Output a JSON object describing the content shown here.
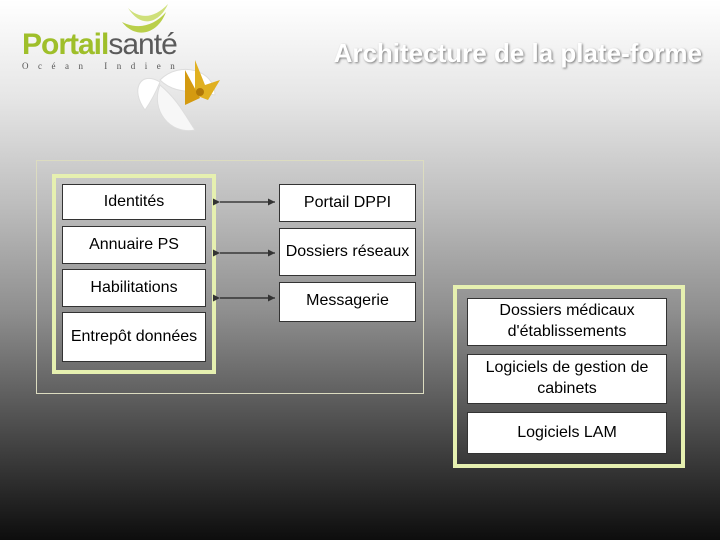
{
  "logo": {
    "brand_part1": "Portail",
    "brand_part2": "santé",
    "tagline": "Océan Indien"
  },
  "title": "Architecture de la plate-forme",
  "left_boxes": {
    "identites": "Identités",
    "annuaire": "Annuaire PS",
    "habilitations": "Habilitations",
    "entrepot": "Entrepôt données"
  },
  "middle_boxes": {
    "portail_dppi": "Portail DPPI",
    "dossiers_reseaux": "Dossiers réseaux",
    "messagerie": "Messagerie"
  },
  "right_boxes": {
    "dossiers_medicaux": "Dossiers médicaux d'établissements",
    "logiciels_gestion": "Logiciels de gestion de cabinets",
    "logiciels_lam": "Logiciels LAM"
  },
  "colors": {
    "accent_green": "#9fbf2a",
    "group_border": "#e6f0b0",
    "title": "#ffffff"
  }
}
